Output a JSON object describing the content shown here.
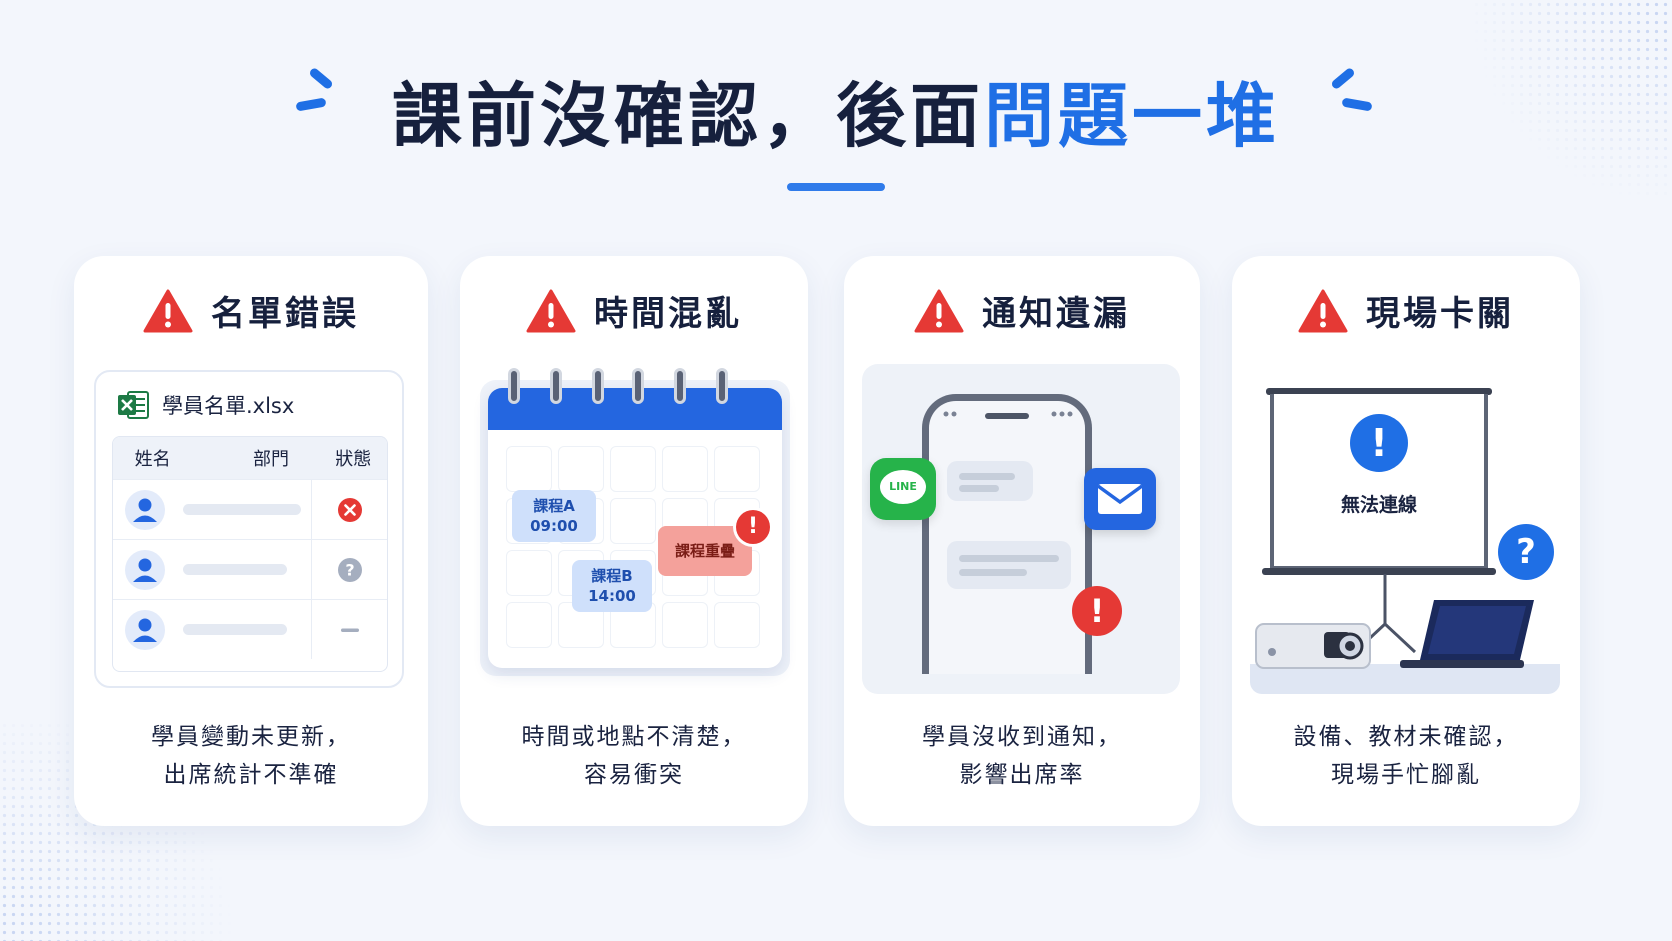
{
  "title": {
    "part1": "課前沒確認，後面",
    "part2": "問題一堆"
  },
  "cards": [
    {
      "title": "名單錯誤",
      "file_name": "學員名單.xlsx",
      "columns": [
        "姓名",
        "部門",
        "狀態"
      ],
      "rows": [
        {
          "status": "error-x-icon"
        },
        {
          "status": "question-icon"
        },
        {
          "status": "dash-icon"
        }
      ],
      "desc_line1": "學員變動未更新，",
      "desc_line2": "出席統計不準確"
    },
    {
      "title": "時間混亂",
      "event_a_name": "課程A",
      "event_a_time": "09:00",
      "event_b_name": "課程B",
      "event_b_time": "14:00",
      "conflict_label": "課程重疊",
      "desc_line1": "時間或地點不清楚，",
      "desc_line2": "容易衝突"
    },
    {
      "title": "通知遺漏",
      "line_label": "LINE",
      "desc_line1": "學員沒收到通知，",
      "desc_line2": "影響出席率"
    },
    {
      "title": "現場卡關",
      "screen_message": "無法連線",
      "desc_line1": "設備、教材未確認，",
      "desc_line2": "現場手忙腳亂"
    }
  ],
  "colors": {
    "accent": "#1f6fe5",
    "warning": "#e53935",
    "dark_text": "#16203d",
    "background": "#f3f6fc"
  }
}
